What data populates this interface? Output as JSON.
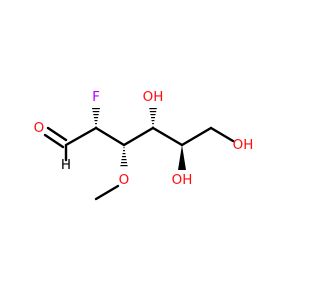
{
  "molecule": {
    "atoms": [
      {
        "id": "o_ald",
        "text": "O",
        "color": "#ff0d0d"
      },
      {
        "id": "h_ald",
        "text": "H",
        "color": "#000000"
      },
      {
        "id": "f",
        "text": "F",
        "color": "#b400ff"
      },
      {
        "id": "o_me",
        "text": "O",
        "color": "#ff0d0d"
      },
      {
        "id": "oh_top",
        "text": "OH",
        "color": "#ff0d0d"
      },
      {
        "id": "oh_bottom",
        "text": "OH",
        "color": "#ff0d0d"
      },
      {
        "id": "oh_right",
        "text": "OH",
        "color": "#ff0d0d"
      }
    ],
    "colors": {
      "bond": "#000000",
      "oxygen": "#ff0d0d",
      "fluorine": "#b400ff",
      "background": "#ffffff"
    }
  }
}
